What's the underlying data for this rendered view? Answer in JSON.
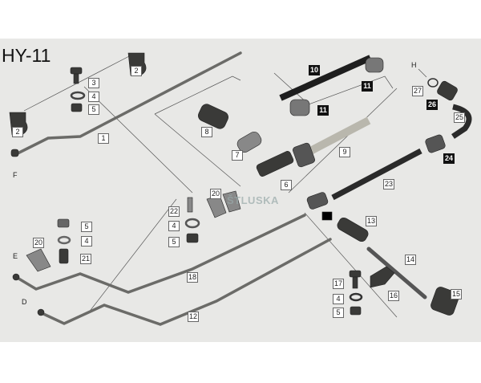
{
  "diagram": {
    "title": "HY-11",
    "watermark": "ŠTLUSKA",
    "labels": {
      "l1": "1",
      "l2a": "2",
      "l2b": "2",
      "l3": "3",
      "l4a": "4",
      "l5a": "5",
      "l6": "6",
      "l7": "7",
      "l8": "8",
      "l9": "9",
      "l10": "10",
      "l11a": "11",
      "l11b": "11",
      "l12": "12",
      "l13": "13",
      "l14": "14",
      "l15": "15",
      "l16": "16",
      "l17": "17",
      "l18": "18",
      "l20a": "20",
      "l20b": "20",
      "l21": "21",
      "l22": "22",
      "l23": "23",
      "l24": "24",
      "l25": "25",
      "l26": "26",
      "l27": "27",
      "l4b": "4",
      "l5b": "5",
      "l4c": "4",
      "l5c": "5",
      "l4d": "4",
      "l5d": "5"
    },
    "connection_points": {
      "F": "F",
      "E": "E",
      "D": "D",
      "H": "H"
    }
  }
}
